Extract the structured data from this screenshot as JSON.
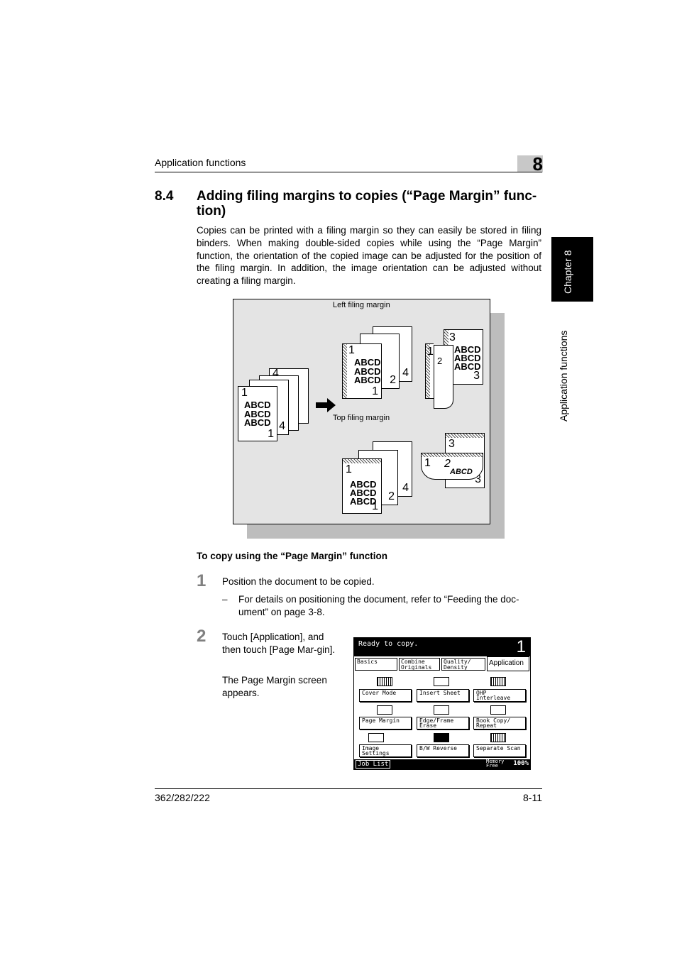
{
  "header": {
    "section": "Application functions",
    "chapter_number": "8"
  },
  "side_tab": {
    "chapter": "Chapter 8",
    "section": "Application functions"
  },
  "heading": {
    "number": "8.4",
    "title": "Adding filing margins to copies (“Page Margin” func-tion)"
  },
  "intro": "Copies can be printed with a filing margin so they can easily be stored in filing binders. When making double-sided copies while using the “Page Margin” function, the orientation of the copied image can be adjusted for the position of the filing margin. In addition, the image orientation can be adjusted without creating a filing margin.",
  "figure": {
    "caption_left": "Left filing margin",
    "caption_top": "Top filing margin",
    "page_text": "ABCD",
    "page_numbers": [
      "1",
      "2",
      "3",
      "4"
    ]
  },
  "procedure": {
    "title": "To copy using the “Page Margin” function",
    "step1": {
      "number": "1",
      "text": "Position the document to be copied.",
      "note_dash": "–",
      "note": "For details on positioning the document, refer to “Feeding the doc-ument” on page 3-8."
    },
    "step2": {
      "number": "2",
      "text": "Touch [Application], and then touch [Page Mar-gin].",
      "result": "The Page Margin screen appears."
    }
  },
  "screen": {
    "status": "Ready to copy.",
    "count": "1",
    "tabs": [
      "Basics",
      "Combine Originals",
      "Quality/ Density",
      "Application"
    ],
    "buttons": [
      "Cover Mode",
      "Insert Sheet",
      "OHP Interleave",
      "Page Margin",
      "Edge/Frame Erase",
      "Book Copy/ Repeat",
      "Image Settings",
      "B/W Reverse",
      "Separate Scan"
    ],
    "job_list": "Job List",
    "memory_label": "Memory Free",
    "memory_value": "100%"
  },
  "footer": {
    "model": "362/282/222",
    "page": "8-11"
  }
}
